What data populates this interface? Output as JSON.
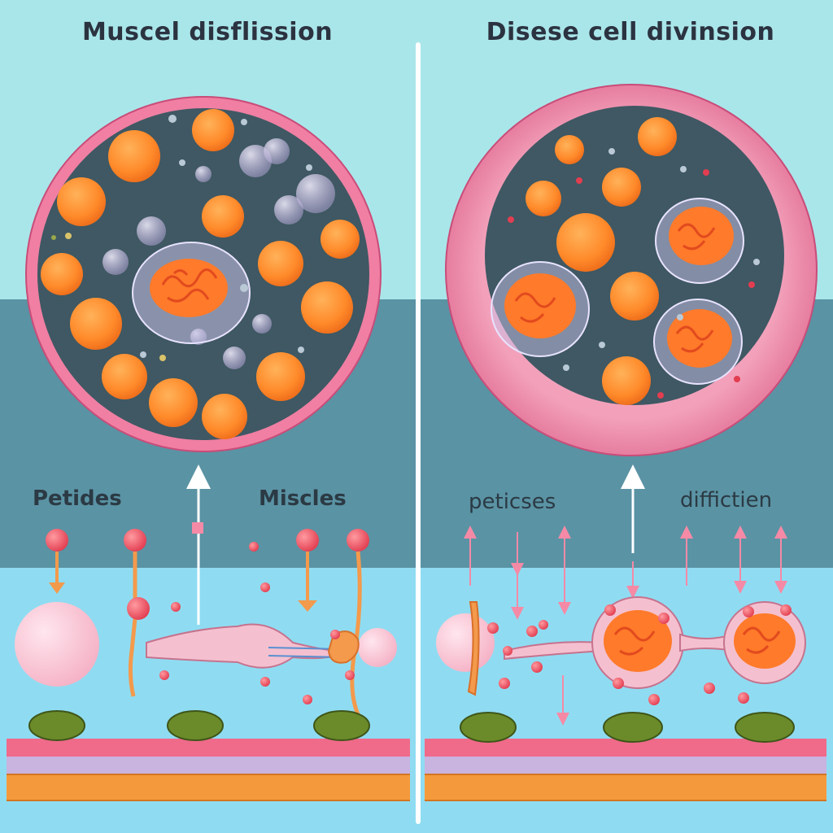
{
  "titles": {
    "left": "Muscel disflission",
    "right": "Disese cell divinsion"
  },
  "labels": {
    "left_1": "Petides",
    "left_2": "Miscles",
    "right_1": "peticses",
    "right_2": "diffictien"
  },
  "colors": {
    "background_top": "#a9e6ea",
    "band_mid": "#5a93a4",
    "band_low": "#8fdcf2",
    "cell_interior": "#3f5863",
    "membrane_pink": "#f07fa3",
    "organelle_orange": "#ff8a2a",
    "peptide_red": "#ee4f5f",
    "tissue_green": "#6b8b2a",
    "arrow_pink": "#f58aa6"
  }
}
